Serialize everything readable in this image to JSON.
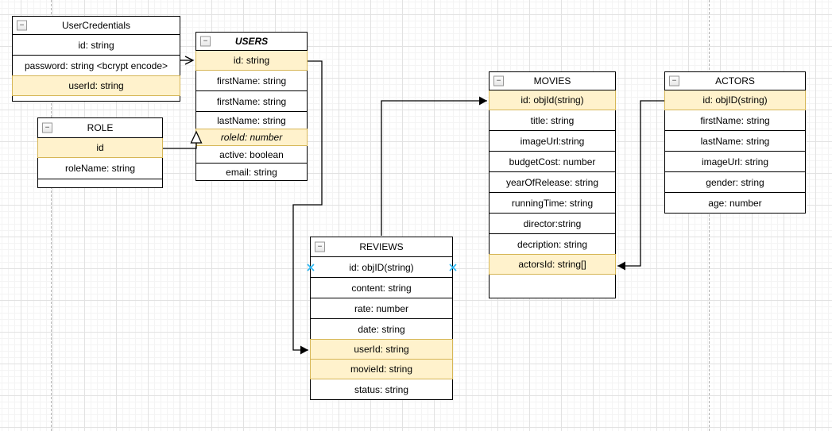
{
  "diagram": {
    "kind": "entity-relationship-class-diagram",
    "collapse_icon_glyph": "−"
  },
  "colors": {
    "highlight_fill": "#FFF2CC",
    "highlight_border": "#D6B656",
    "shape_border": "#000000",
    "connector": "#000000",
    "connection_point_cross": "#29B6F2",
    "grid_minor": "#F4F4F4",
    "grid_major": "#E2E2E2",
    "page_guide": "#B4B4B4"
  },
  "entities": [
    {
      "title": "UserCredentials",
      "rows": [
        {
          "label": "id: string",
          "highlight": false
        },
        {
          "label": "password: string <bcrypt encode>",
          "highlight": false
        },
        {
          "label": "userId: string",
          "highlight": true
        }
      ]
    },
    {
      "title": "USERS",
      "title_emphasis": "bold-italic",
      "rows": [
        {
          "label": "id: string",
          "highlight": true
        },
        {
          "label": "firstName: string",
          "highlight": false
        },
        {
          "label": "firstName: string",
          "highlight": false
        },
        {
          "label": "lastName: string",
          "highlight": false
        },
        {
          "label": "roleId: number",
          "highlight": true,
          "italic": true
        },
        {
          "label": "active: boolean",
          "highlight": false
        },
        {
          "label": "email: string",
          "highlight": false
        }
      ]
    },
    {
      "title": "ROLE",
      "rows": [
        {
          "label": "id",
          "highlight": true
        },
        {
          "label": "roleName: string",
          "highlight": false
        }
      ]
    },
    {
      "title": "REVIEWS",
      "rows": [
        {
          "label": "id: objID(string)",
          "highlight": false
        },
        {
          "label": "content: string",
          "highlight": false
        },
        {
          "label": "rate: number",
          "highlight": false
        },
        {
          "label": "date: string",
          "highlight": false
        },
        {
          "label": "userId: string",
          "highlight": true
        },
        {
          "label": "movieId: string",
          "highlight": true
        },
        {
          "label": "status: string",
          "highlight": false
        }
      ]
    },
    {
      "title": "MOVIES",
      "rows": [
        {
          "label": "id: objId(string)",
          "highlight": true
        },
        {
          "label": "title: string",
          "highlight": false
        },
        {
          "label": "imageUrl:string",
          "highlight": false
        },
        {
          "label": "budgetCost: number",
          "highlight": false
        },
        {
          "label": "yearOfRelease: string",
          "highlight": false
        },
        {
          "label": "runningTime: string",
          "highlight": false
        },
        {
          "label": "director:string",
          "highlight": false
        },
        {
          "label": "decription: string",
          "highlight": false
        },
        {
          "label": "actorsId: string[]",
          "highlight": true
        }
      ]
    },
    {
      "title": "ACTORS",
      "rows": [
        {
          "label": "id: objID(string)",
          "highlight": true
        },
        {
          "label": "firstName: string",
          "highlight": false
        },
        {
          "label": "lastName: string",
          "highlight": false
        },
        {
          "label": "imageUrl: string",
          "highlight": false
        },
        {
          "label": "gender: string",
          "highlight": false
        },
        {
          "label": "age: number",
          "highlight": false
        }
      ]
    }
  ],
  "relationships": [
    {
      "from": "UserCredentials.userId",
      "to": "USERS.id",
      "arrow": "open"
    },
    {
      "from": "ROLE.id",
      "to": "USERS.roleId",
      "arrow": "hollow-triangle"
    },
    {
      "from": "USERS.id",
      "to": "REVIEWS.userId",
      "arrow": "filled"
    },
    {
      "from": "REVIEWS.movieId",
      "to": "MOVIES.id",
      "arrow": "filled"
    },
    {
      "from": "ACTORS.id",
      "to": "MOVIES.actorsId",
      "arrow": "filled"
    }
  ]
}
